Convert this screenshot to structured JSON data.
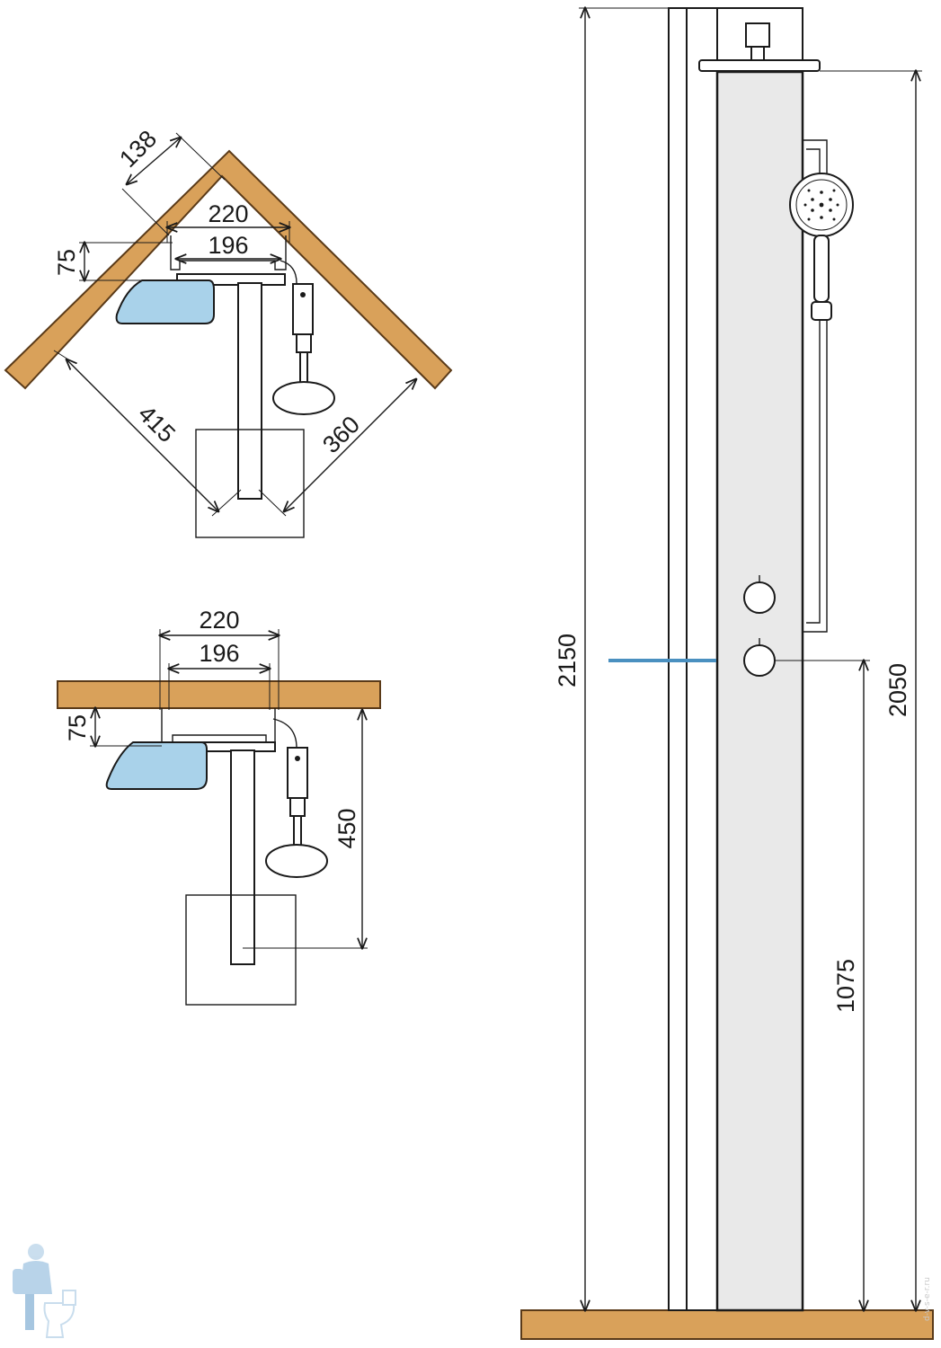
{
  "colors": {
    "wood": "#d9a15a",
    "glass_shelf": "#a9d2ea",
    "water_pipe": "#4a90c0",
    "panel": "#e9e9e9",
    "line": "#1a1a1a"
  },
  "corner_view": {
    "dim_138": "138",
    "dim_220": "220",
    "dim_196": "196",
    "dim_75": "75",
    "dim_415": "415",
    "dim_360": "360"
  },
  "wall_view": {
    "dim_220": "220",
    "dim_196": "196",
    "dim_75": "75",
    "dim_450": "450"
  },
  "front_view": {
    "dim_2150": "2150",
    "dim_2050": "2050",
    "dim_1075": "1075"
  },
  "watermark": {
    "logo_icon": "plumber-with-toilet-logo",
    "vertical_text": "d-v-s-e-r.ru"
  }
}
